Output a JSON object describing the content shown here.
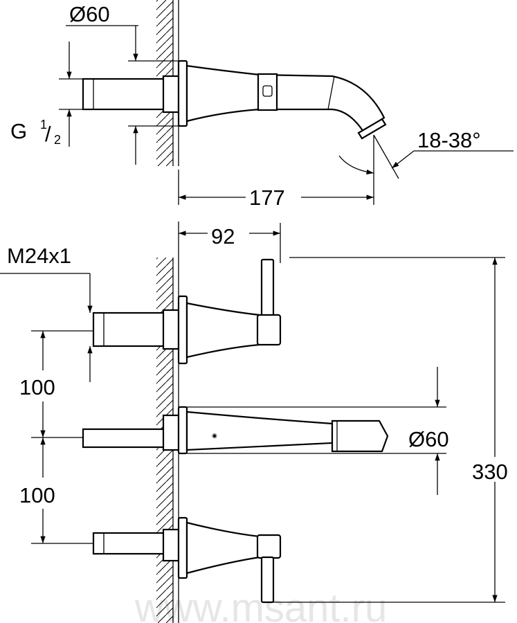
{
  "drawing": {
    "top_view": {
      "flange_diameter": "Ø60",
      "thread_letter": "G",
      "thread_num": "1",
      "thread_den": "2",
      "angle": "18-38°",
      "projection": "177"
    },
    "front_view": {
      "handle_projection": "92",
      "thread": "M24x1",
      "spacing_upper": "100",
      "spacing_lower": "100",
      "flange_diameter": "Ø60",
      "total_height": "330"
    },
    "watermark": "www.msant.ru"
  }
}
